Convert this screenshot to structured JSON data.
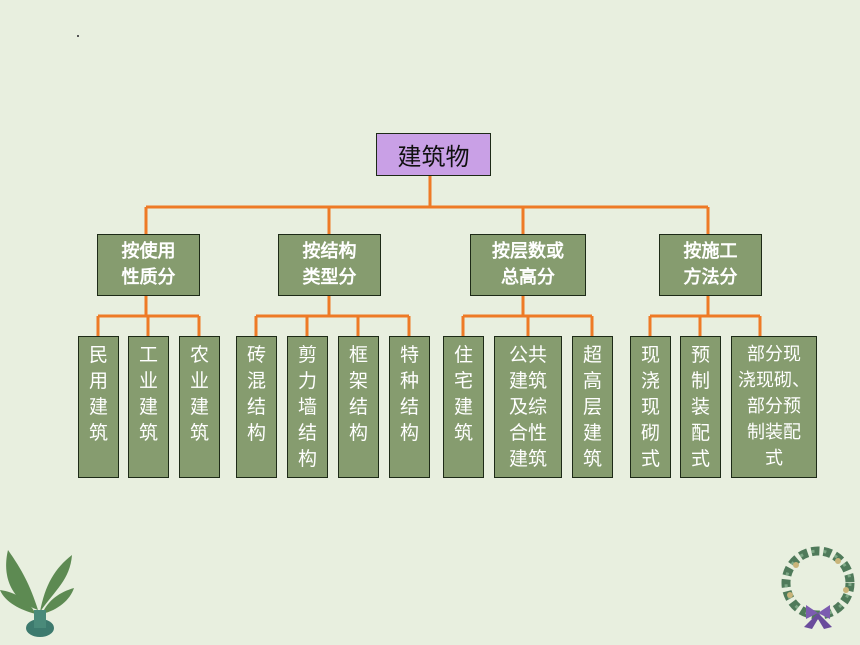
{
  "root": {
    "label": "建筑物"
  },
  "categories": [
    {
      "label": "按使用\n性质分",
      "children": [
        "民\n用\n建\n筑",
        "工\n业\n建\n筑",
        "农\n业\n建\n筑"
      ]
    },
    {
      "label": "按结构\n类型分",
      "children": [
        "砖\n混\n结\n构",
        "剪\n力\n墙\n结\n构",
        "框\n架\n结\n构",
        "特\n种\n结\n构"
      ]
    },
    {
      "label": "按层数或\n总高分",
      "children": [
        "住\n宅\n建\n筑",
        "公共\n建筑\n及综\n合性\n建筑",
        "超\n高\n层\n建\n筑"
      ]
    },
    {
      "label": "按施工\n方法分",
      "children": [
        "现\n浇\n现\n砌\n式",
        "预\n制\n装\n配\n式",
        "部分现\n浇现砌、\n部分预\n制装配\n式"
      ]
    }
  ],
  "colors": {
    "connector": "#ee7a26",
    "node_fill": "#869c6f",
    "root_fill": "#c9a0e6",
    "border": "#1d2a17"
  },
  "icons": {
    "left_decoration": "plant-icon",
    "right_decoration": "wreath-icon"
  }
}
